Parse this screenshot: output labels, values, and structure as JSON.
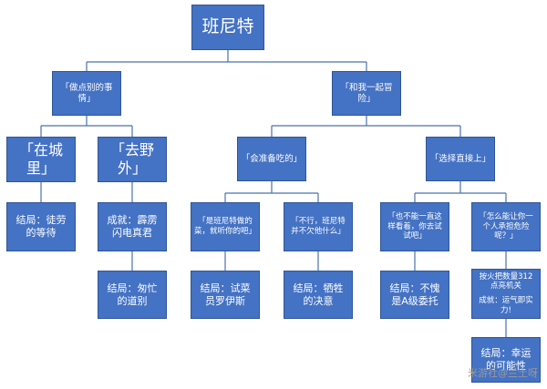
{
  "nodes": {
    "root": "班尼特",
    "choice_do_else": "「做点别的事情」",
    "choice_adventure": "「和我一起冒险」",
    "opt_city": "「在城里」",
    "opt_wild": "「去野外」",
    "opt_food": "「会准备吃的」",
    "opt_direct": "「选择直接上」",
    "end_toil": "结局：徒劳\n的等待",
    "ach_thunder": "成就：霹雳\n闪电真君",
    "end_farewell": "结局：匆忙\n的道别",
    "say_cook": "「是班尼特做的\n菜，就听你的吧」",
    "say_nodebt": "「不行，班尼特\n并不欠他什么」",
    "end_taster": "结局：试菜\n员罗伊斯",
    "end_sacrifice": "结局：牺牲\n的决意",
    "say_watch": "「也不能一直这\n样看着，你去试\n试吧」",
    "say_danger": "「怎么能让你一\n个人承担危险\n呢？」",
    "end_grade_a": "结局：不愧\n是A级委托",
    "note_fire": "按火把数量312\n点亮机关",
    "ach_luck": "成就：运气即实\n力!",
    "end_lucky": "结局：幸运\n的可能性"
  },
  "watermark": "米游社@兰土呀"
}
